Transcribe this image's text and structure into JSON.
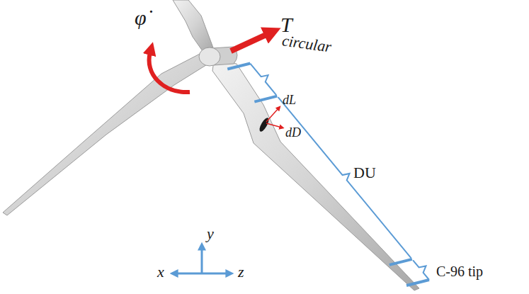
{
  "diagram": {
    "labels": [
      "φ̇",
      "T",
      "circular",
      "dL",
      "dD",
      "DU",
      "C-96 tip",
      "y",
      "x",
      "z"
    ]
  }
}
